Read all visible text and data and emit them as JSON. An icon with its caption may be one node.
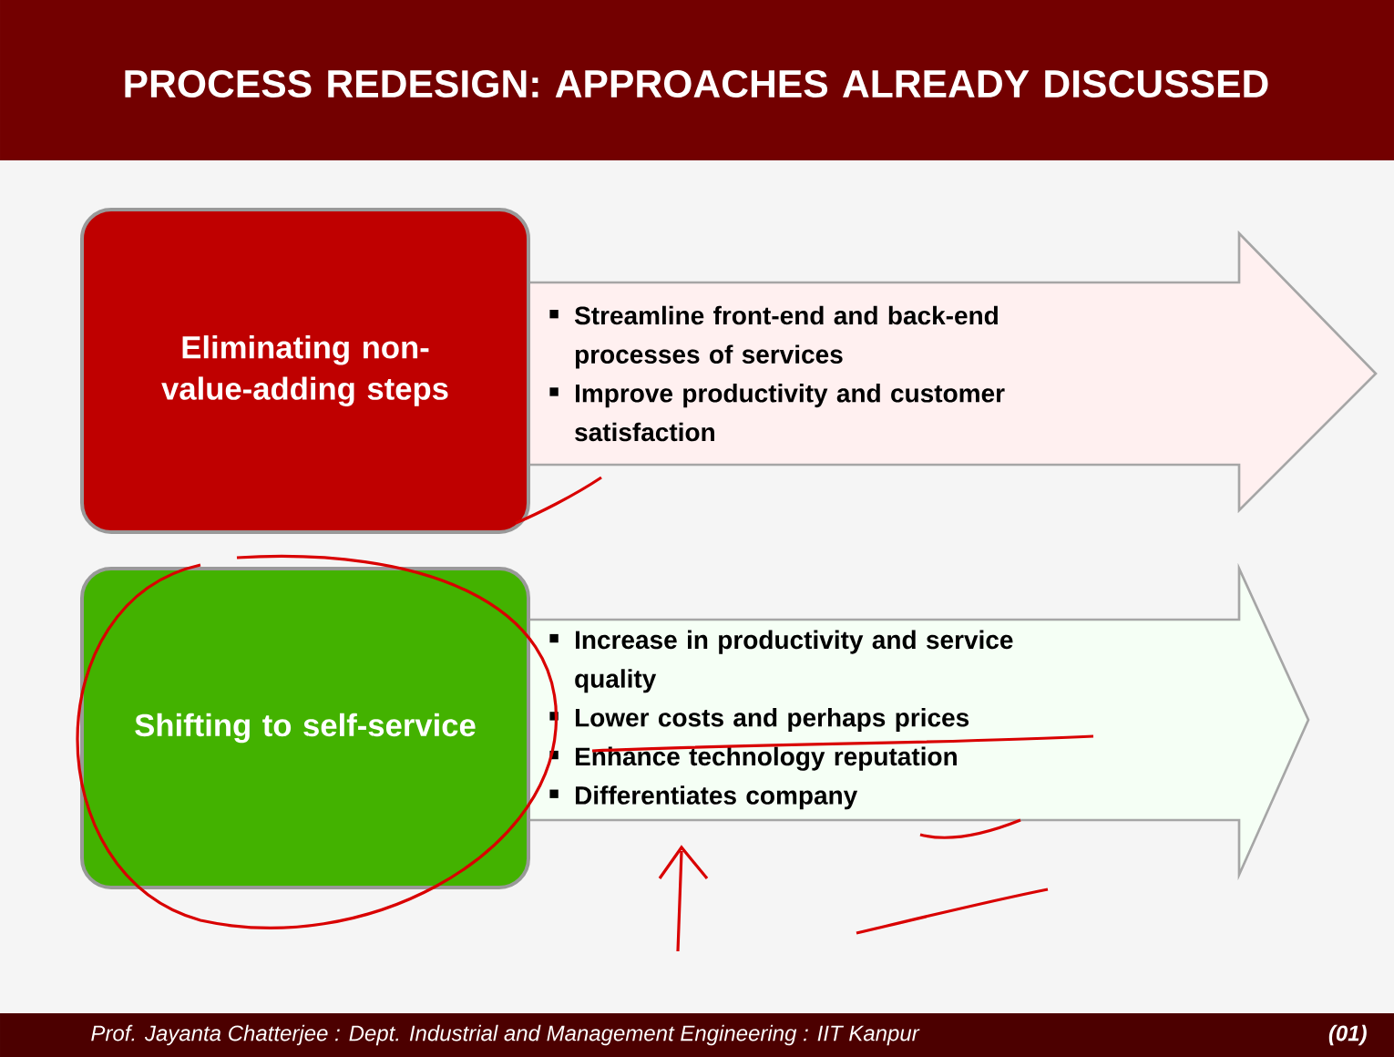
{
  "diagram": {
    "title": "PROCESS REDESIGN: APPROACHES ALREADY DISCUSSED",
    "nodes": [
      {
        "text": [
          "Eliminating non-value-adding steps"
        ]
      },
      {
        "text": [
          "Streamline front-end and back-end processes of services",
          "Improve productivity and customer satisfaction"
        ]
      },
      {
        "text": [
          "Shifting to self-service"
        ]
      },
      {
        "text": [
          "Increase in productivity and service quality",
          "Lower costs and perhaps prices",
          "Enhance technology reputation",
          "Differentiates company"
        ]
      }
    ],
    "labels": [
      "Prof. Jayanta Chatterjee : Dept. Industrial and Management Engineering : IIT Kanpur",
      "(01)"
    ]
  }
}
